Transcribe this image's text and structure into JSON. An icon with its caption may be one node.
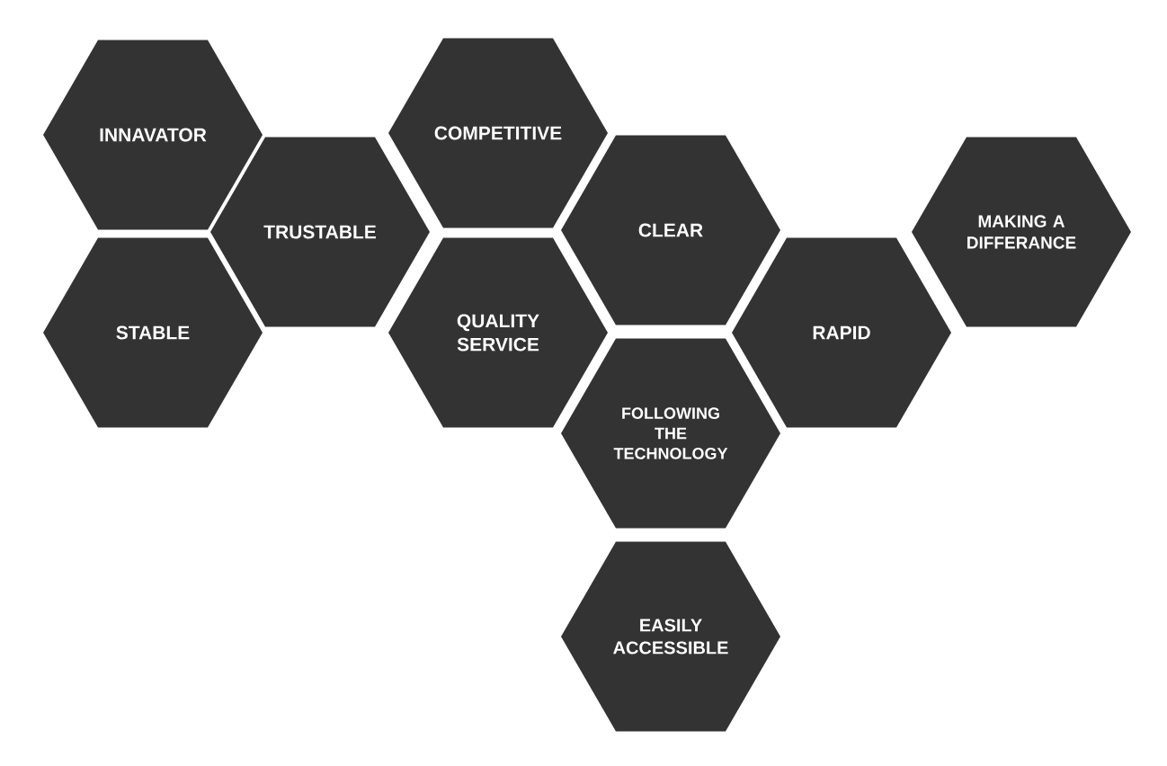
{
  "diagram": {
    "nodes": [
      {
        "text": [
          "INNAVATOR"
        ]
      },
      {
        "text": [
          "COMPETITIVE"
        ]
      },
      {
        "text": [
          "TRUSTABLE"
        ]
      },
      {
        "text": [
          "CLEAR"
        ]
      },
      {
        "text": [
          "MAKING A DIFFERANCE"
        ]
      },
      {
        "text": [
          "STABLE"
        ]
      },
      {
        "text": [
          "QUALITY SERVICE"
        ]
      },
      {
        "text": [
          "RAPID"
        ]
      },
      {
        "text": [
          "FOLLOWING THE TECHNOLOGY"
        ]
      },
      {
        "text": [
          "EASILY ACCESSIBLE"
        ]
      }
    ]
  }
}
